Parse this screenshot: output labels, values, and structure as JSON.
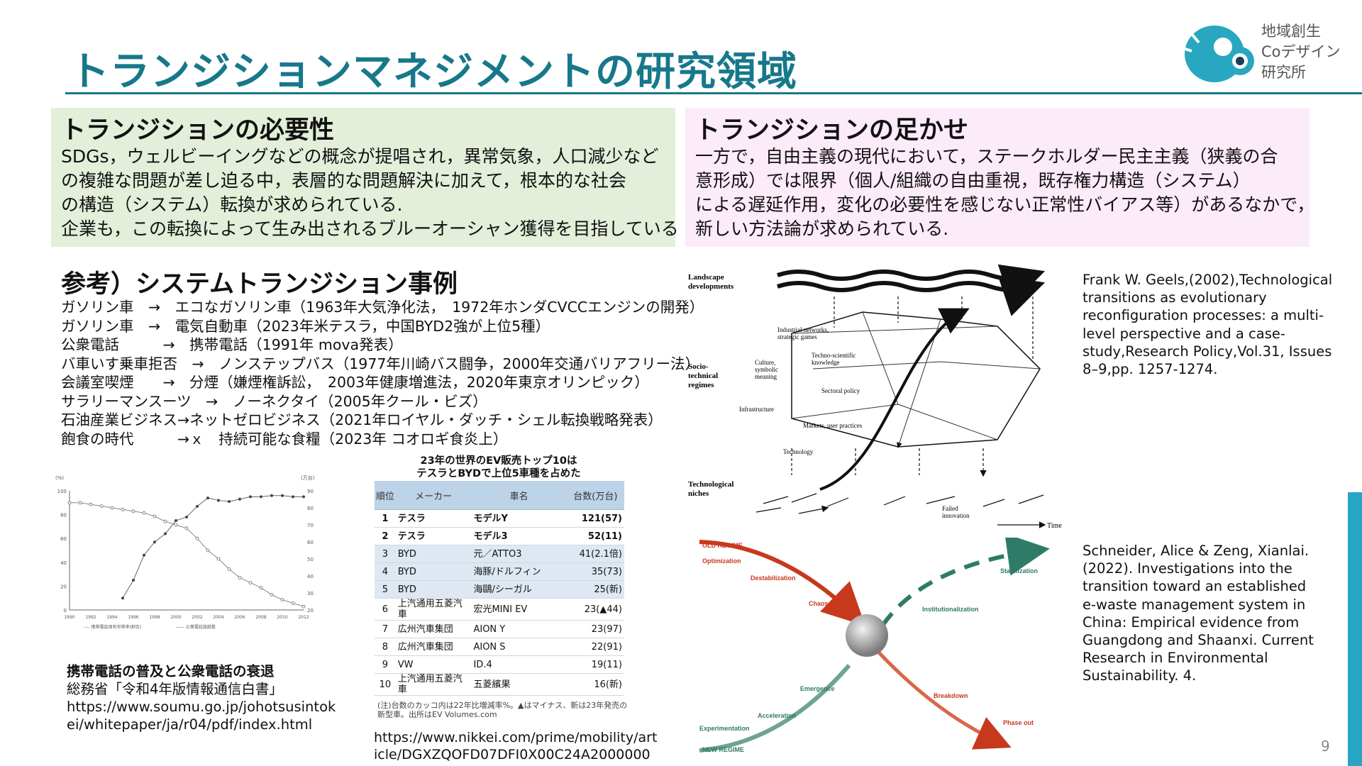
{
  "title": "トランジションマネジメントの研究領域",
  "logo": {
    "lines": [
      "地域創生",
      "Coデザイン",
      "研究所"
    ],
    "colors": {
      "primary": "#2aa7c0",
      "dark": "#1a3f55"
    }
  },
  "necessity": {
    "title": "トランジションの必要性",
    "lines": [
      "SDGs，ウェルビーイングなどの概念が提唱され，異常気象，人口減少など",
      "の複雑な問題が差し迫る中，表層的な問題解決に加えて，根本的な社会",
      "の構造（システム）転換が求められている.",
      "企業も，この転換によって生み出されるブルーオーシャン獲得を目指している"
    ]
  },
  "shackles": {
    "title": "トランジションの足かせ",
    "lines": [
      "一方で，自由主義の現代において，ステークホルダー民主主義（狭義の合",
      "意形成）では限界（個人/組織の自由重視，既存権力構造（システム）",
      "による遅延作用，変化の必要性を感じない正常性バイアス等）があるなかで，",
      "新しい方法論が求められている."
    ]
  },
  "examples": {
    "title": "参考）システムトランジション事例",
    "items": [
      "ガソリン車　→　エコなガソリン車（1963年大気浄化法，　1972年ホンダCVCCエンジンの開発）",
      "ガソリン車　→　電気自動車（2023年米テスラ，中国BYD2強が上位5種）",
      "公衆電話　　　→　携帯電話（1991年 mova発表）",
      "バ車いす乗車拒否　→　ノンステップバス（1977年川崎バス闘争，2000年交通バリアフリー法）",
      "会議室喫煙　　→　分煙（嫌煙権訴訟，　2003年健康増進法，2020年東京オリンピック）",
      "サラリーマンスーツ　→　ノーネクタイ（2005年クール・ビズ）",
      "石油産業ビジネス→ネットゼロビジネス（2021年ロイヤル・ダッチ・シェル転換戦略発表）",
      "飽食の時代　　　→ｘ　持続可能な食糧（2023年 コオロギ食炎上）"
    ]
  },
  "mobile": {
    "caption_title": "携帯電話の普及と公衆電話の衰退",
    "source": "総務省「令和4年版情報通信白書」",
    "url_lines": [
      "https://www.soumu.go.jp/johotsusintok",
      "ei/whitepaper/ja/r04/pdf/index.html"
    ],
    "chart": {
      "left_unit": "(%)",
      "right_unit": "(万台)",
      "left_ticks": [
        "100",
        "80",
        "60",
        "40",
        "20",
        "0"
      ],
      "right_ticks": [
        "90",
        "80",
        "70",
        "60",
        "50",
        "40",
        "30",
        "20"
      ],
      "x_ticks": [
        "1990",
        "1992",
        "1994",
        "1996",
        "1998",
        "2000",
        "2002",
        "2004",
        "2006",
        "2008",
        "2010",
        "2012"
      ],
      "legend": [
        "携帯電話保有世帯率(割合)",
        "公衆電話施設数"
      ],
      "mobile_share": [
        [
          1995,
          10
        ],
        [
          1996,
          25
        ],
        [
          1997,
          46
        ],
        [
          1998,
          57
        ],
        [
          1999,
          64
        ],
        [
          2000,
          75
        ],
        [
          2001,
          78
        ],
        [
          2002,
          87
        ],
        [
          2003,
          94
        ],
        [
          2004,
          92
        ],
        [
          2005,
          91
        ],
        [
          2006,
          93
        ],
        [
          2007,
          95
        ],
        [
          2008,
          95
        ],
        [
          2009,
          96
        ],
        [
          2010,
          96
        ],
        [
          2011,
          95
        ],
        [
          2012,
          95
        ]
      ],
      "public_phones": [
        [
          1990,
          83
        ],
        [
          1991,
          83
        ],
        [
          1992,
          82
        ],
        [
          1993,
          81
        ],
        [
          1994,
          80
        ],
        [
          1995,
          79
        ],
        [
          1996,
          78
        ],
        [
          1997,
          77
        ],
        [
          1998,
          75
        ],
        [
          1999,
          72
        ],
        [
          2000,
          70
        ],
        [
          2001,
          68
        ],
        [
          2002,
          62
        ],
        [
          2003,
          55
        ],
        [
          2004,
          50
        ],
        [
          2005,
          44
        ],
        [
          2006,
          39
        ],
        [
          2007,
          36
        ],
        [
          2008,
          33
        ],
        [
          2009,
          29
        ],
        [
          2010,
          26
        ],
        [
          2011,
          24
        ],
        [
          2012,
          22
        ]
      ]
    }
  },
  "ev": {
    "heading_lines": [
      "23年の世界のEV販売トップ10は",
      "テスラとBYDで上位5車種を占めた"
    ],
    "columns": [
      "順位",
      "メーカー",
      "車名",
      "台数(万台)"
    ],
    "rows": [
      {
        "rank": "1",
        "maker": "テスラ",
        "car": "モデルY",
        "units": "121(57)"
      },
      {
        "rank": "2",
        "maker": "テスラ",
        "car": "モデル3",
        "units": "52(11)"
      },
      {
        "rank": "3",
        "maker": "BYD",
        "car": "元／ATTO3",
        "units": "41(2.1倍)"
      },
      {
        "rank": "4",
        "maker": "BYD",
        "car": "海豚/ドルフィン",
        "units": "35(73)"
      },
      {
        "rank": "5",
        "maker": "BYD",
        "car": "海鷗/シーガル",
        "units": "25(新)"
      },
      {
        "rank": "6",
        "maker": "上汽通用五菱汽車",
        "car": "宏光MINI EV",
        "units": "23(▲44)"
      },
      {
        "rank": "7",
        "maker": "広州汽車集団",
        "car": "AION Y",
        "units": "23(97)"
      },
      {
        "rank": "8",
        "maker": "広州汽車集団",
        "car": "AION S",
        "units": "22(91)"
      },
      {
        "rank": "9",
        "maker": "VW",
        "car": "ID.4",
        "units": "19(11)"
      },
      {
        "rank": "10",
        "maker": "上汽通用五菱汽車",
        "car": "五菱繽果",
        "units": "16(新)"
      }
    ],
    "note": "(注)台数のカッコ内は22年比増減率%。▲はマイナス、新は23年発売の新型車。出所はEV Volumes.com",
    "url_lines": [
      "https://www.nikkei.com/prime/mobility/art",
      "icle/DGXZQOFD07DFI0X00C24A2000000"
    ]
  },
  "mlp": {
    "labels": {
      "landscape": "Landscape developments",
      "regimes": "Socio-technical regimes",
      "niches": "Technological niches",
      "industrial": "Industrial networks, strategic games",
      "culture": "Culture, symbolic meaning",
      "techsci": "Techno-scientific knowledge",
      "sectoral": "Sectoral policy",
      "infra": "Infrastructure",
      "markets": "Markets, user practices",
      "technology": "Technology",
      "failed": "Failed innovation",
      "time": "Time"
    },
    "citation_lines": [
      "Frank W. Geels,(2002),Technological",
      "transitions as evolutionary",
      "reconfiguration processes: a multi-",
      "level perspective and a case-",
      "study,Research Policy,Vol.31, Issues",
      "8–9,pp. 1257-1274."
    ]
  },
  "transition_fig": {
    "labels": {
      "old_regime": "OLD REGIME",
      "optimization": "Optimization",
      "destabilization": "Destabilization",
      "chaos": "Chaos",
      "stabilization": "Stabilization",
      "institutionalization": "Institutionalization",
      "emergence": "Emergence",
      "acceleration": "Acceleration",
      "experimentation": "Experimentation",
      "breakdown": "Breakdown",
      "phase_out": "Phase out",
      "new_regime": "NEW REGIME"
    },
    "colors": {
      "old": "#c7391d",
      "new": "#2e7b67"
    },
    "citation_lines": [
      "Schneider, Alice & Zeng, Xianlai.",
      "(2022). Investigations into the",
      "transition toward an established",
      "e-waste management system in",
      "China: Empirical evidence from",
      "Guangdong and Shaanxi. Current",
      "Research in Environmental",
      "Sustainability. 4."
    ]
  },
  "page_number": "9",
  "colors": {
    "title": "#17788a",
    "left_box": "#e3efd9",
    "right_box": "#fcebf8",
    "accent": "#27a6c4"
  }
}
